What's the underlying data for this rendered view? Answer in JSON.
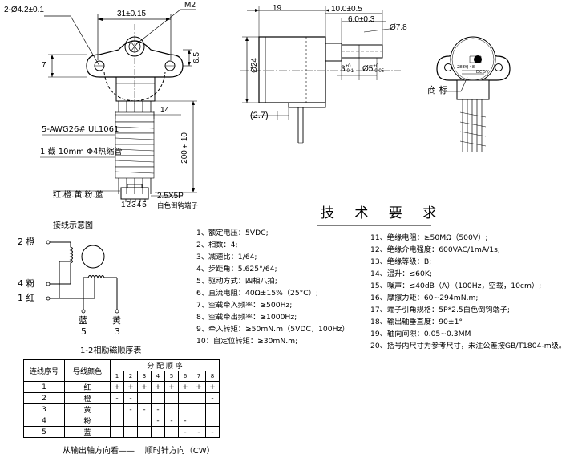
{
  "front_view": {
    "hole_dim": "2-Ø4.2±0.1",
    "center_dim": "31±0.15",
    "thread": "M2",
    "height_left": "7",
    "height_right": "6.5",
    "cable_width": "14",
    "cable_length": "200±10",
    "wire_spec": "5-AWG26# UL1061",
    "heatshrink": "1 截 10mm Φ4热缩管",
    "colors_label": "红.橙.黄.粉.蓝",
    "pin_numbers": "12345",
    "connector_size": "2.5X5P",
    "connector_desc": "白色倒钩端子"
  },
  "side_view": {
    "dim_19": "19",
    "dim_shaft_len": "10.0±0.5",
    "dim_flat": "6.0±0.3",
    "dim_shaft_dia": "Ø7.8",
    "dim_body": "Ø24",
    "dim_3": "3",
    "dim_3_tol": "+0\n-0.1",
    "dim_5": "Ø5",
    "dim_5_tol": "+0\n-0.05",
    "dim_27": "(2.7)"
  },
  "label_view": {
    "brand_label": "商 标",
    "motor_text_1": "28BYJ-48",
    "motor_text_2": "DC 5V"
  },
  "tech_title": "技 术 要 求",
  "specs_left": [
    "1、额定电压：5VDC;",
    "2、相数：4;",
    "3、减速比：1/64;",
    "4、步距角：5.625°/64;",
    "5、驱动方式：四相八拍;",
    "6、直流电阻：40Ω±15%（25°C）;",
    "7、空载牵入频率：≥500Hz;",
    "8、空载牵出频率：≥1000Hz;",
    "9、牵入转矩：≥50mN.m（5VDC，100Hz）",
    "10：自定位转矩：≥30mN.m;"
  ],
  "specs_right": [
    "11、绝缘电阻：≥50MΩ（500V）;",
    "12、绝缘介电强度：600VAC/1mA/1s;",
    "13、绝缘等级：B;",
    "14、温升：≤60K;",
    "15、噪声：≤40dB（A）（100Hz，空载，10cm）;",
    "16、摩擦力矩：60~294mN.m;",
    "17、端子引角规格：5P*2.5白色倒钩端子;",
    "18、输出轴垂直度：90±1°",
    "19、轴向间隙：0.05~0.3MM",
    "20、括号内尺寸为参考尺寸，未注公差按GB/T1804-m级。"
  ],
  "wiring": {
    "title": "接线示意图",
    "label_orange": "2 橙",
    "label_pink": "4 粉",
    "label_red": "1 红",
    "label_blue": "蓝",
    "num_blue": "5",
    "label_yellow": "黄",
    "num_yellow": "3",
    "caption": "1-2相励磁顺序表"
  },
  "sequence_table": {
    "col_wire": "连线序号",
    "col_color": "导线颜色",
    "col_order": "分 配 顺 序",
    "steps": [
      "1",
      "2",
      "3",
      "4",
      "5",
      "6",
      "7",
      "8"
    ],
    "rows": [
      {
        "num": "1",
        "color": "红",
        "cells": [
          "+",
          "+",
          "+",
          "+",
          "+",
          "+",
          "+",
          "+"
        ]
      },
      {
        "num": "2",
        "color": "橙",
        "cells": [
          "-",
          "-",
          "",
          "",
          "",
          "",
          "",
          "-"
        ]
      },
      {
        "num": "3",
        "color": "黄",
        "cells": [
          "",
          "-",
          "-",
          "-",
          "",
          "",
          "",
          ""
        ]
      },
      {
        "num": "4",
        "color": "粉",
        "cells": [
          "",
          "",
          "",
          "-",
          "-",
          "-",
          "",
          ""
        ]
      },
      {
        "num": "5",
        "color": "蓝",
        "cells": [
          "",
          "",
          "",
          "",
          "",
          "-",
          "-",
          "-"
        ]
      }
    ],
    "footer": "从输出轴方向看——    顺时针方向（CW）"
  }
}
